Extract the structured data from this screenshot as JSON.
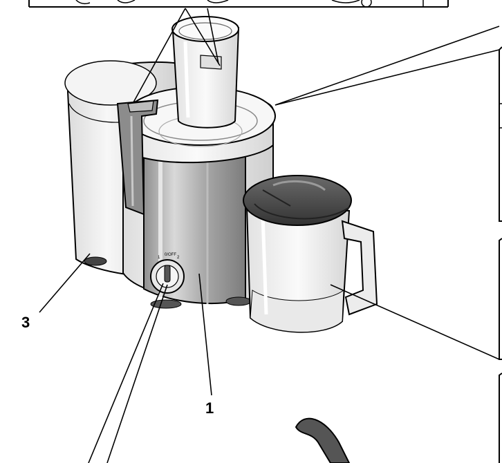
{
  "callouts": {
    "motor_base": "1",
    "pulp_container": "3"
  },
  "dial": {
    "left": "1",
    "center": "0/OFF",
    "right": "2"
  },
  "colors": {
    "outline": "#000000",
    "body_light": "#f2f2f2",
    "body_mid": "#cfcfcf",
    "steel_dark": "#9a9a9a",
    "lid_dark": "#4a4a4a",
    "brush_dark": "#555555"
  }
}
